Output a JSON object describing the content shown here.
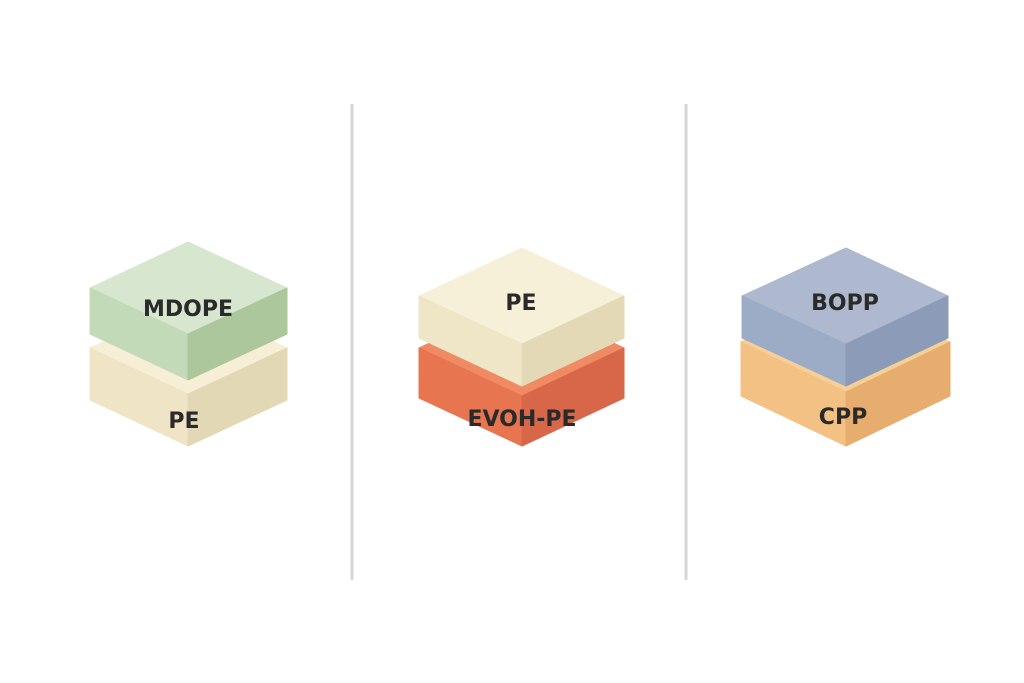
{
  "stacks": [
    {
      "top": {
        "label": "MDOPE",
        "colors": {
          "top": "#d7e6cf",
          "left": "#c3dab8",
          "right": "#abc79b"
        }
      },
      "bottom": {
        "label": "PE",
        "colors": {
          "top": "#f6efd6",
          "left": "#efe5c6",
          "right": "#e3d8b5"
        }
      }
    },
    {
      "top": {
        "label": "PE",
        "colors": {
          "top": "#f7f0d9",
          "left": "#efe6c8",
          "right": "#e4d9b6"
        }
      },
      "bottom": {
        "label": "EVOH-PE",
        "colors": {
          "top": "#f08a63",
          "left": "#e67550",
          "right": "#d8674a"
        }
      }
    },
    {
      "top": {
        "label": "BOPP",
        "colors": {
          "top": "#aeb9cf",
          "left": "#9dacc6",
          "right": "#8c9cb8"
        }
      },
      "bottom": {
        "label": "CPP",
        "colors": {
          "top": "#f6cf96",
          "left": "#f3c183",
          "right": "#e6ad6e"
        }
      }
    }
  ],
  "divider_color": "#d6d6d6"
}
